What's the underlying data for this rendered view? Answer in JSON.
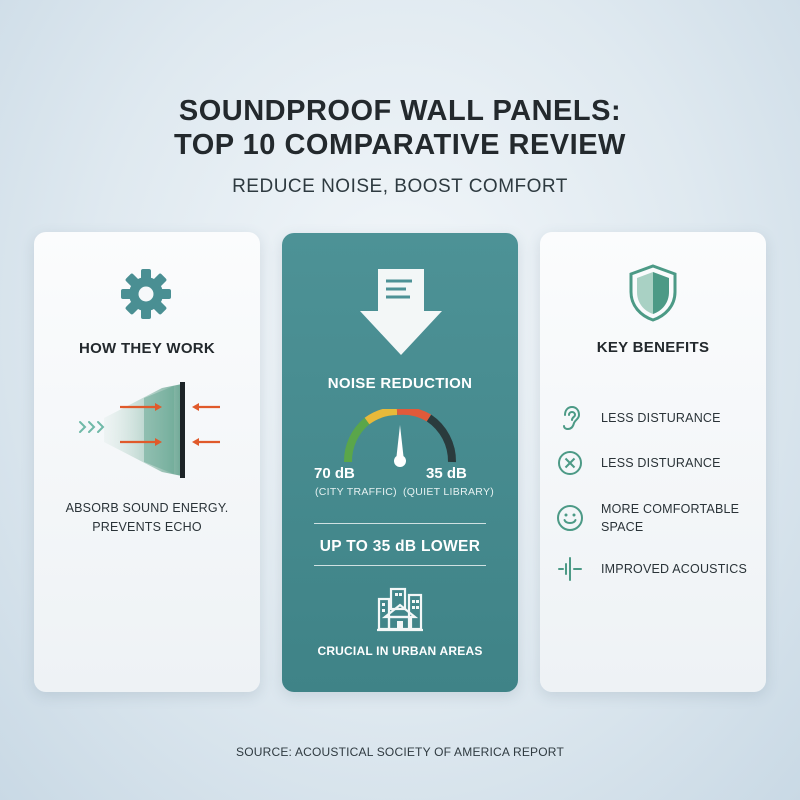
{
  "header": {
    "title_line1": "SOUNDPROOF WALL PANELS:",
    "title_line2": "TOP 10 COMPARATIVE REVIEW",
    "subtitle": "REDUCE NOISE, BOOST COMFORT"
  },
  "left_card": {
    "heading": "HOW THEY WORK",
    "desc_line1": "ABSORB SOUND ENERGY.",
    "desc_line2": "PREVENTS ECHO",
    "icons": [
      "gear-icon",
      "sound-panel-diagram"
    ]
  },
  "center_card": {
    "heading": "NOISE REDUCTION",
    "gauge": {
      "left_value": "70 dB",
      "left_label": "(CITY TRAFFIC)",
      "right_value": "35 dB",
      "right_label": "(QUIET LIBRARY)"
    },
    "stat": "UP TO 35 dB LOWER",
    "footer": "CRUCIAL IN URBAN AREAS",
    "icons": [
      "down-arrow-icon",
      "gauge-icon",
      "city-icon"
    ]
  },
  "right_card": {
    "heading": "KEY BENEFITS",
    "benefits": [
      {
        "icon": "ear-icon",
        "label": "LESS DISTURANCE"
      },
      {
        "icon": "x-circle-icon",
        "label": "LESS DISTURANCE"
      },
      {
        "icon": "smile-icon",
        "label": "MORE COMFORTABLE SPACE"
      },
      {
        "icon": "acoustics-icon",
        "label": "IMPROVED ACOUSTICS"
      }
    ],
    "icons": [
      "shield-icon"
    ]
  },
  "colors": {
    "teal": "#4a8f93",
    "accent_green": "#4c9a86",
    "arrow_orange": "#e05a2b",
    "gauge_green": "#5aa64a",
    "gauge_yellow": "#e8b93a",
    "gauge_red": "#e15a3a",
    "gauge_dark": "#2a3b3d"
  },
  "footer": {
    "source": "SOURCE: ACOUSTICAL SOCIETY OF AMERICA REPORT"
  }
}
